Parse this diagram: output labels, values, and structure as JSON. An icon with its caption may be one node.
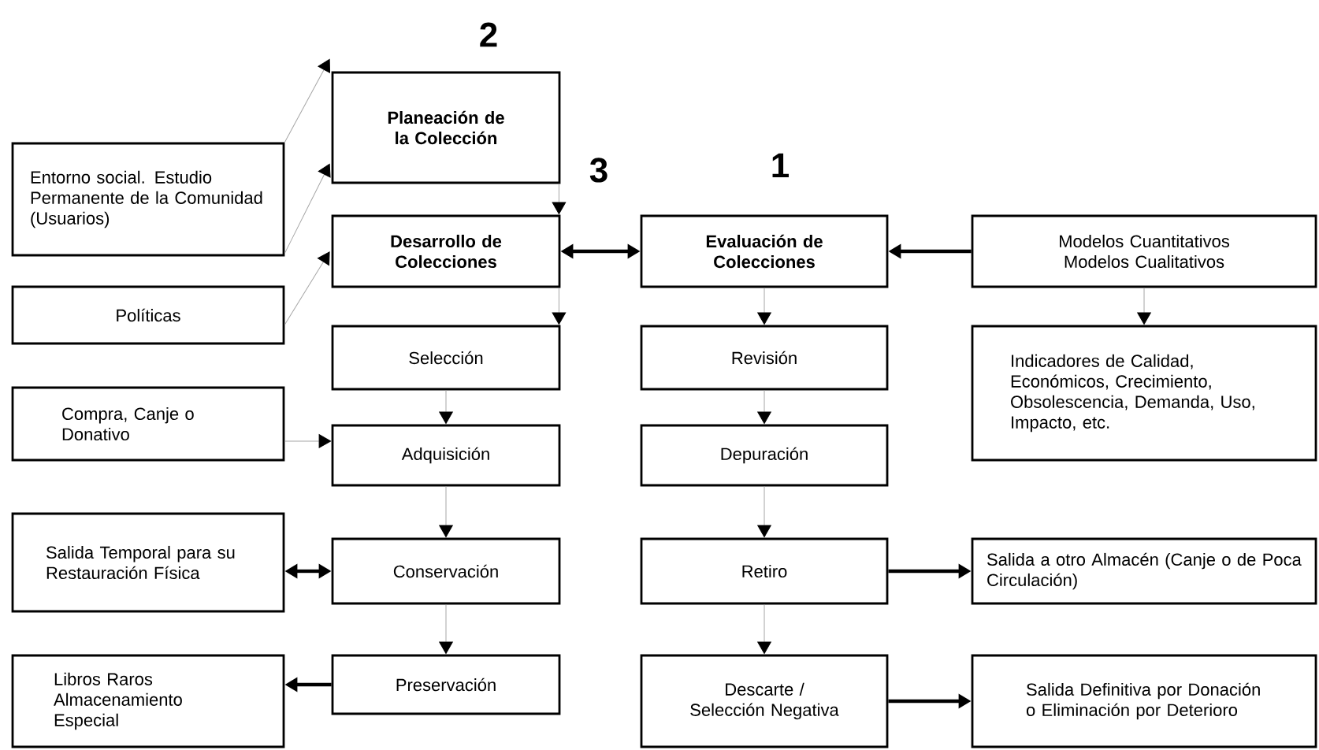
{
  "diagram": {
    "nodes": [
      {
        "text": [
          "Planeación de la Colección"
        ]
      },
      {
        "text": [
          "Entorno social. Estudio Permanente de la Comunidad (Usuarios)"
        ]
      },
      {
        "text": [
          "Desarrollo de Colecciones"
        ]
      },
      {
        "text": [
          "Políticas"
        ]
      },
      {
        "text": [
          "Selección"
        ]
      },
      {
        "text": [
          "Compra, Canje o Donativo"
        ]
      },
      {
        "text": [
          "Adquisición"
        ]
      },
      {
        "text": [
          "Salida Temporal para su Restauración Física"
        ]
      },
      {
        "text": [
          "Conservación"
        ]
      },
      {
        "text": [
          "Libros Raros Almacenamiento Especial"
        ]
      },
      {
        "text": [
          "Preservación"
        ]
      },
      {
        "text": [
          "Evaluación de Colecciones"
        ]
      },
      {
        "text": [
          "Modelos Cuantitativos Modelos Cualitativos"
        ]
      },
      {
        "text": [
          "Indicadores de Calidad, Económicos, Crecimiento, Obsolescencia, Demanda, Uso, Impacto, etc."
        ]
      },
      {
        "text": [
          "Revisión"
        ]
      },
      {
        "text": [
          "Depuración"
        ]
      },
      {
        "text": [
          "Retiro"
        ]
      },
      {
        "text": [
          "Salida a otro Almacén (Canje o de Poca Circulación)"
        ]
      },
      {
        "text": [
          "Descarte / Selección Negativa"
        ]
      },
      {
        "text": [
          "Salida Definitiva por Donación o Eliminación por Deterioro"
        ]
      }
    ],
    "edges": [
      {
        "from": 1,
        "to": 0,
        "arrow": "to"
      },
      {
        "from": 1,
        "to": 0,
        "arrow": "to"
      },
      {
        "from": 3,
        "to": 2,
        "arrow": "to"
      },
      {
        "from": 0,
        "to": 2,
        "arrow": "to"
      },
      {
        "from": 2,
        "to": 11,
        "arrow": "both",
        "style": "thick",
        "color": "#000000"
      },
      {
        "from": 2,
        "to": 4,
        "arrow": "to"
      },
      {
        "from": 4,
        "to": 6,
        "arrow": "to"
      },
      {
        "from": 5,
        "to": 6,
        "arrow": "to"
      },
      {
        "from": 6,
        "to": 8,
        "arrow": "to"
      },
      {
        "from": 7,
        "to": 8,
        "arrow": "both",
        "style": "thick",
        "color": "#000000"
      },
      {
        "from": 8,
        "to": 10,
        "arrow": "to"
      },
      {
        "from": 10,
        "to": 9,
        "arrow": "to",
        "style": "thick",
        "color": "#000000"
      },
      {
        "from": 12,
        "to": 11,
        "arrow": "to",
        "style": "thick",
        "color": "#000000"
      },
      {
        "from": 12,
        "to": 13,
        "arrow": "to"
      },
      {
        "from": 11,
        "to": 14,
        "arrow": "to"
      },
      {
        "from": 14,
        "to": 15,
        "arrow": "to"
      },
      {
        "from": 15,
        "to": 16,
        "arrow": "to"
      },
      {
        "from": 16,
        "to": 17,
        "arrow": "to",
        "style": "thick",
        "color": "#000000"
      },
      {
        "from": 16,
        "to": 18,
        "arrow": "to"
      },
      {
        "from": 18,
        "to": 19,
        "arrow": "to",
        "style": "thick",
        "color": "#000000"
      }
    ],
    "labels": [
      "2",
      "3",
      "1"
    ]
  }
}
